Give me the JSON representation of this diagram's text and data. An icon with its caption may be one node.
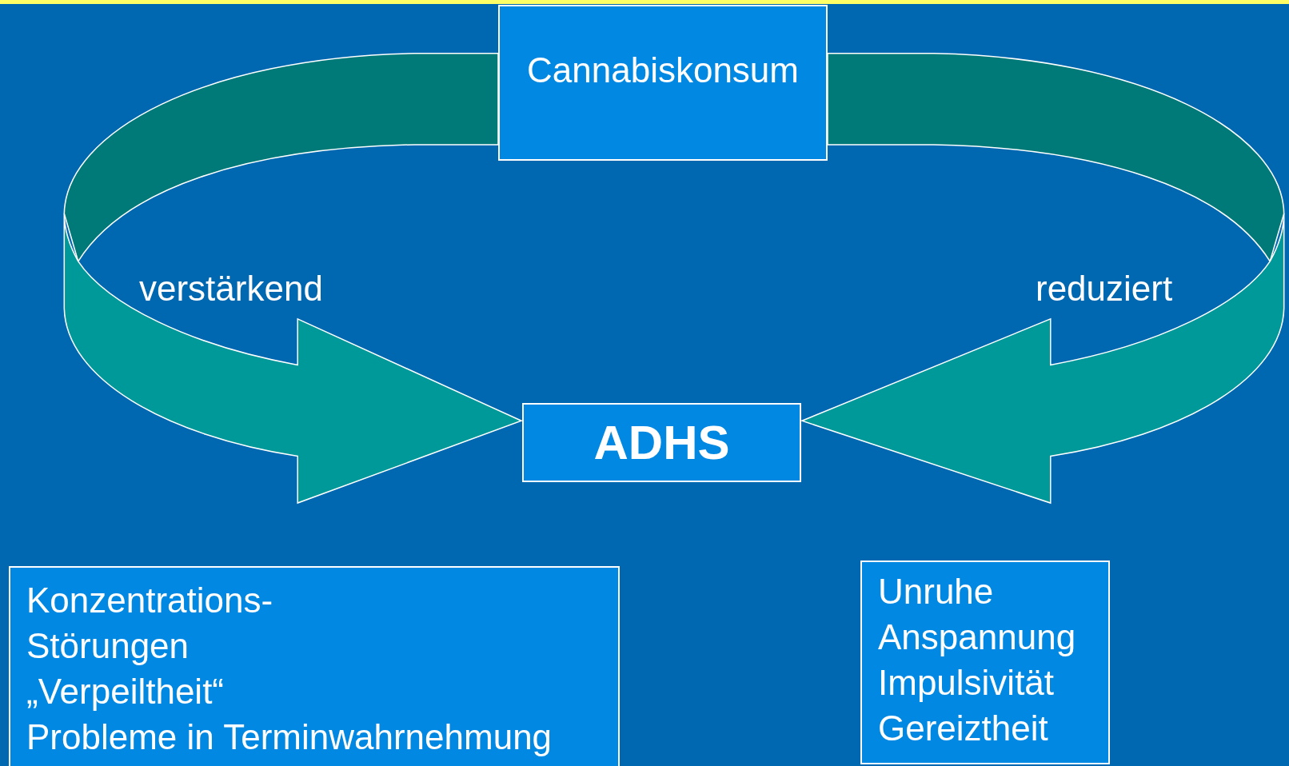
{
  "diagram": {
    "nodes": [
      {
        "text": [
          "Cannabiskonsum"
        ]
      },
      {
        "text": [
          "ADHS"
        ]
      },
      {
        "text": [
          "Konzentrations- Störungen",
          "„Verpeiltheit“",
          "Probleme in Terminwahrnehmung"
        ]
      },
      {
        "text": [
          "Unruhe",
          "Anspannung",
          "Impulsivität",
          "Gereiztheit"
        ]
      }
    ],
    "edges": [
      {
        "from": 0,
        "to": 1,
        "arrow": "to",
        "label": "verstärkend"
      },
      {
        "from": 0,
        "to": 1,
        "arrow": "to",
        "label": "reduziert"
      }
    ]
  }
}
